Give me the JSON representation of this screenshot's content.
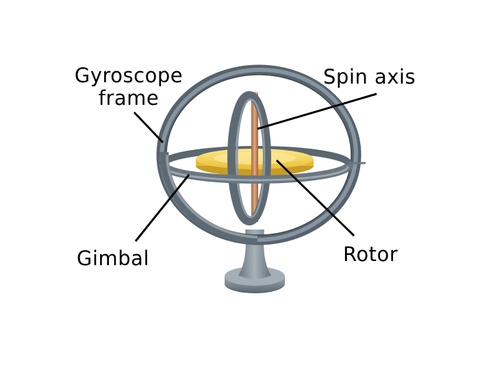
{
  "labels": {
    "gyroscope_frame_line1": "Gyroscope",
    "gyroscope_frame_line2": "frame",
    "spin_axis": "Spin axis",
    "gimbal": "Gimbal",
    "rotor": "Rotor"
  },
  "colors": {
    "metal_dark": "#56636c",
    "metal_mid": "#7e8c95",
    "metal_light": "#a8b4bb",
    "rotor_gold": "#f2cf4a",
    "rotor_gold_light": "#ffe88a",
    "axle_copper": "#c98a5e",
    "leader_line": "#000000"
  }
}
